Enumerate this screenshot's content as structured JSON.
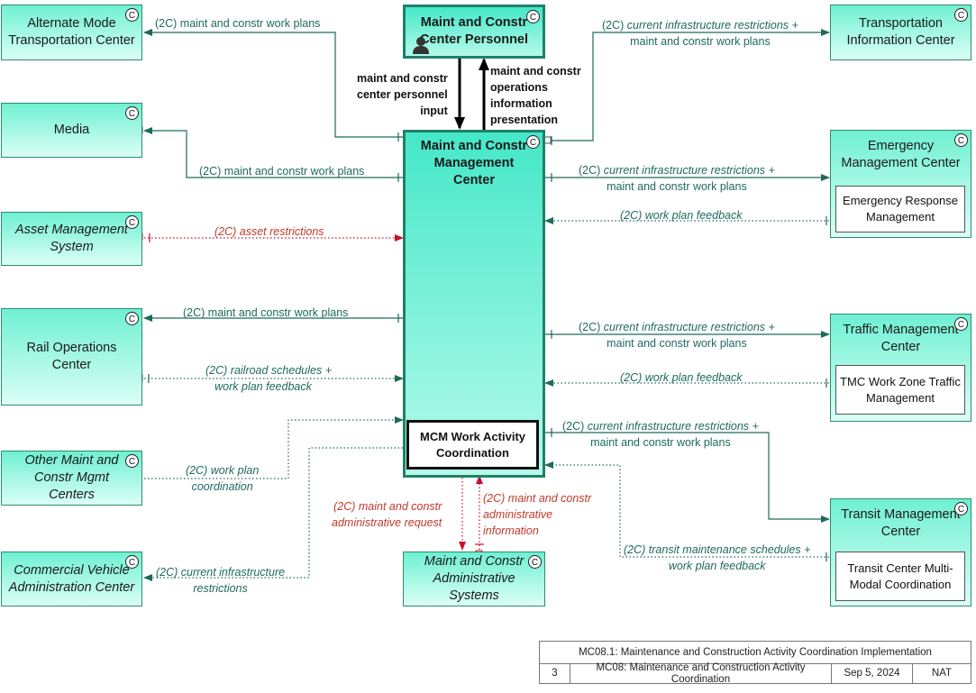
{
  "nodes": {
    "amtc": {
      "label": "Alternate Mode Transportation Center"
    },
    "media": {
      "label": "Media"
    },
    "ams": {
      "label": "Asset Management System"
    },
    "roc": {
      "label": "Rail Operations Center"
    },
    "omcmc": {
      "label": "Other Maint and Constr Mgmt Centers"
    },
    "cvac": {
      "label": "Commercial Vehicle Administration Center"
    },
    "mccp": {
      "label": "Maint and Constr Center Personnel"
    },
    "mcmc": {
      "label": "Maint and Constr Management Center"
    },
    "mcas": {
      "label": "Maint and Constr Administrative Systems"
    },
    "tic": {
      "label": "Transportation Information Center"
    },
    "emc": {
      "label": "Emergency Management Center"
    },
    "tmc": {
      "label": "Traffic Management Center"
    },
    "transit": {
      "label": "Transit Management Center"
    },
    "badge": "C"
  },
  "inner": {
    "mcm_wac": "MCM Work Activity Coordination",
    "erm": "Emergency Response Management",
    "tmc_wz": "TMC Work Zone Traffic Management",
    "tcmmc": "Transit Center Multi-Modal Coordination"
  },
  "flows": {
    "to_amtc": "(2C) maint and constr work plans",
    "to_media": "(2C) maint and constr work plans",
    "asset": "(2C) asset restrictions",
    "to_rail": "(2C) maint and constr work plans",
    "from_rail_1": "(2C) railroad schedules +",
    "from_rail_2": "work plan feedback",
    "omc_1": "(2C) work plan",
    "omc_2": "coordination",
    "cv_1": "(2C) current infrastructure",
    "cv_2": "restrictions",
    "personnel_in_1": "maint and constr",
    "personnel_in_2": "center personnel",
    "personnel_in_3": "input",
    "personnel_out_1": "maint and constr",
    "personnel_out_2": "operations",
    "personnel_out_3": "information",
    "personnel_out_4": "presentation",
    "admin_req_1": "(2C) maint and constr",
    "admin_req_2": "administrative request",
    "admin_info_1": "(2C) maint and constr",
    "admin_info_2": "administrative",
    "admin_info_3": "information",
    "tic_1_prefix": "(2C)",
    "tic_1_italic": "current infrastructure restrictions +",
    "tic_2": "maint and constr work plans",
    "emc_1_prefix": "(2C)",
    "emc_1_italic": "current infrastructure restrictions +",
    "emc_2": "maint and constr work plans",
    "emc_fb": "(2C) work plan feedback",
    "tmc_1_prefix": "(2C)",
    "tmc_1_italic": "current infrastructure restrictions +",
    "tmc_2": "maint and constr work plans",
    "tmc_fb": "(2C) work plan feedback",
    "transit_1_prefix": "(2C)",
    "transit_1_italic": "current infrastructure restrictions +",
    "transit_2": "maint and constr work plans",
    "transit_fb_1": "(2C) transit maintenance schedules +",
    "transit_fb_2": "work plan feedback"
  },
  "legend": {
    "title": "MC08.1: Maintenance and Construction Activity Coordination Implementation",
    "number": "3",
    "package": "MC08: Maintenance and Construction Activity Coordination",
    "date": "Sep 5, 2024",
    "org": "NAT"
  },
  "colors": {
    "flow": "#1d6b5a",
    "red": "#c0392b",
    "black": "#000000",
    "box_border": "#2e8b6e"
  }
}
